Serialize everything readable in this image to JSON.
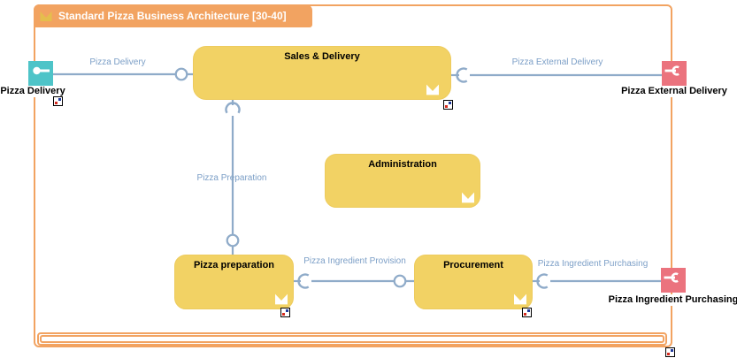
{
  "title": {
    "text": "Standard Pizza Business Architecture [30-40]"
  },
  "functions": [
    {
      "label": "Sales & Delivery"
    },
    {
      "label": "Administration"
    },
    {
      "label": "Pizza preparation"
    },
    {
      "label": "Procurement"
    }
  ],
  "interfaces": [
    {
      "label": "Pizza Delivery",
      "kind": "provided-interface"
    },
    {
      "label": "Pizza External Delivery",
      "kind": "required-interface"
    },
    {
      "label": "Pizza Ingredient Purchasing",
      "kind": "required-interface"
    }
  ],
  "relations": [
    {
      "label": "Pizza Delivery"
    },
    {
      "label": "Pizza External Delivery"
    },
    {
      "label": "Pizza Preparation"
    },
    {
      "label": "Pizza Ingredient Provision"
    },
    {
      "label": "Pizza Ingredient Purchasing"
    }
  ],
  "colors": {
    "container_orange": "#F2A361",
    "function_yellow": "#F2D264",
    "provided_teal": "#4EC4C8",
    "required_red": "#EB737E",
    "wire_blue": "#8FABC9",
    "relation_label_blue": "#7C9FC7",
    "title_text": "#FFFFFF",
    "element_text": "#000000"
  }
}
